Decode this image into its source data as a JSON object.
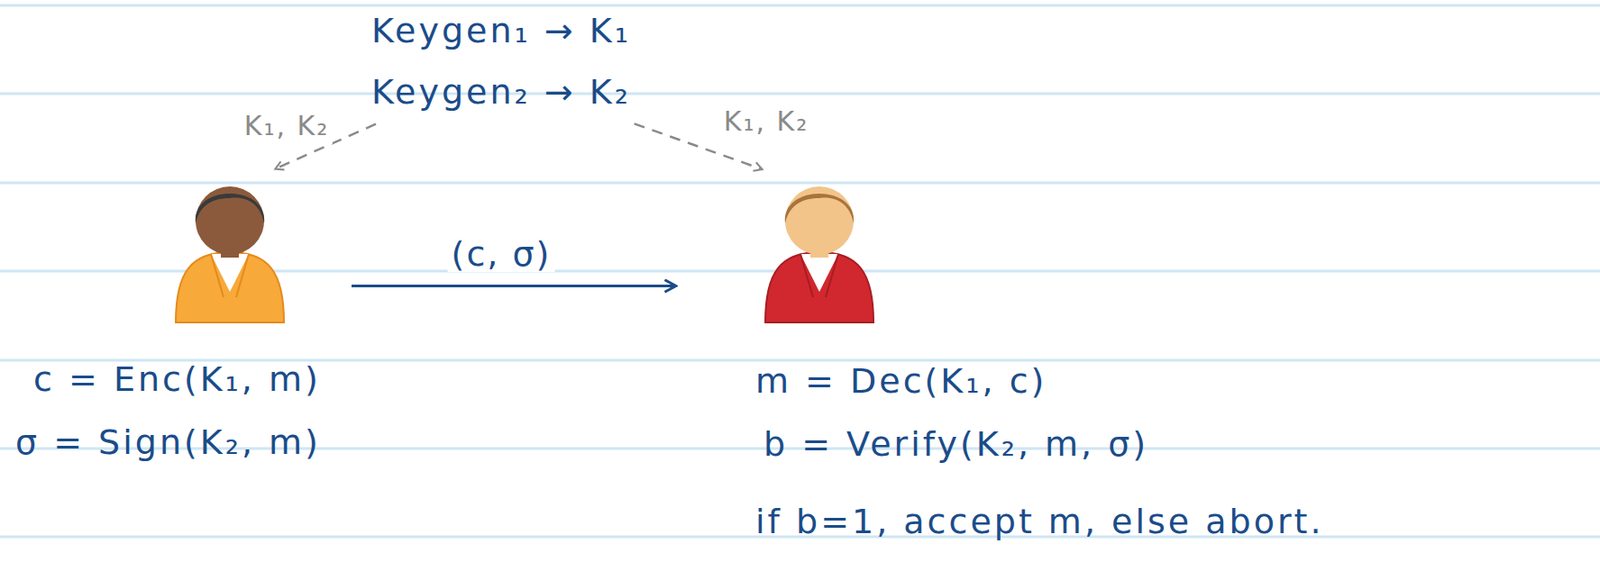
{
  "diagram": {
    "nodes": [
      {
        "text": [
          "Keygen₁ → K₁",
          "Keygen₂ → K₂"
        ]
      },
      {
        "text": [
          "c = Enc(K₁, m)",
          "σ = Sign(K₂, m)"
        ]
      },
      {
        "text": [
          "m = Dec(K₁, c)",
          "b = Verify(K₂, m, σ)",
          "if b=1, accept m, else abort."
        ]
      }
    ],
    "edges": [
      {
        "from": 0,
        "to": 1,
        "arrow": "to",
        "label": "K₁, K₂"
      },
      {
        "from": 0,
        "to": 2,
        "arrow": "to",
        "label": "K₁, K₂"
      },
      {
        "from": 1,
        "to": 2,
        "arrow": "to",
        "label": "(c, σ)"
      }
    ]
  }
}
